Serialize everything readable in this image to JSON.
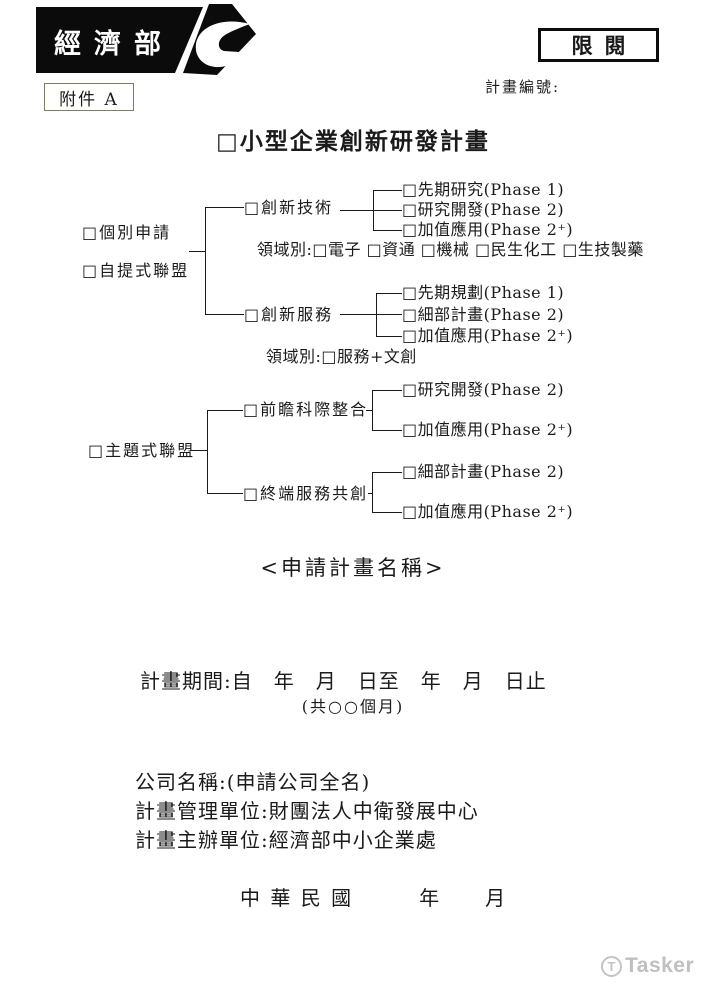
{
  "header": {
    "logo_text": "經濟部",
    "restricted": "限閱",
    "plan_number_label": "計畫編號:",
    "attachment": "附件 A"
  },
  "title": "□小型企業創新研發計畫",
  "tree": {
    "apply_individual": "□個別申請",
    "apply_self_alliance": "□自提式聯盟",
    "theme_alliance": "□主題式聯盟",
    "innovative_tech": {
      "label": "□創新技術",
      "phases": [
        "□先期研究(Phase 1)",
        "□研究開發(Phase 2)",
        "□加值應用(Phase 2⁺)"
      ],
      "domains": "領域別:□電子 □資通 □機械 □民生化工 □生技製藥"
    },
    "innovative_service": {
      "label": "□創新服務",
      "phases": [
        "□先期規劃(Phase 1)",
        "□細部計畫(Phase 2)",
        "□加值應用(Phase 2⁺)"
      ],
      "domains": "領域別:□服務+文創"
    },
    "frontier_integration": {
      "label": "□前瞻科際整合",
      "phases": [
        "□研究開發(Phase 2)",
        "□加值應用(Phase 2⁺)"
      ]
    },
    "terminal_service": {
      "label": "□終端服務共創",
      "phases": [
        "□細部計畫(Phase 2)",
        "□加值應用(Phase 2⁺)"
      ]
    }
  },
  "plan_name_heading": "<申請計畫名稱>",
  "period_line": "計畫期間:自　年　月　日至　年　月　日止",
  "months_note": "(共○○個月)",
  "company": {
    "name_line": "公司名稱:(申請公司全名)",
    "management_line": "計畫管理單位:財團法人中衛發展中心",
    "organizer_line": "計畫主辦單位:經濟部中小企業處"
  },
  "roc_date_line": "中 華 民 國　　　年　　月",
  "watermark": {
    "icon_letter": "T",
    "text": "Tasker"
  }
}
